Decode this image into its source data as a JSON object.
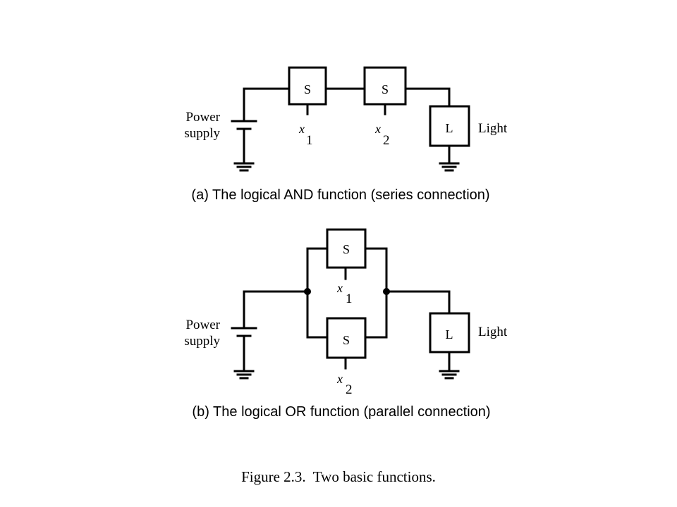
{
  "diagram_a": {
    "switch1_label": "S",
    "switch2_label": "S",
    "light_box_label": "L",
    "power_line1": "Power",
    "power_line2": "supply",
    "light_label": "Light",
    "x1_var": "x",
    "x1_sub": "1",
    "x2_var": "x",
    "x2_sub": "2",
    "caption": "(a) The logical AND function (series connection)"
  },
  "diagram_b": {
    "switch1_label": "S",
    "switch2_label": "S",
    "light_box_label": "L",
    "power_line1": "Power",
    "power_line2": "supply",
    "light_label": "Light",
    "x1_var": "x",
    "x1_sub": "1",
    "x2_var": "x",
    "x2_sub": "2",
    "caption": "(b) The logical OR function (parallel connection)"
  },
  "figure_caption": "Figure 2.3.  Two basic functions."
}
